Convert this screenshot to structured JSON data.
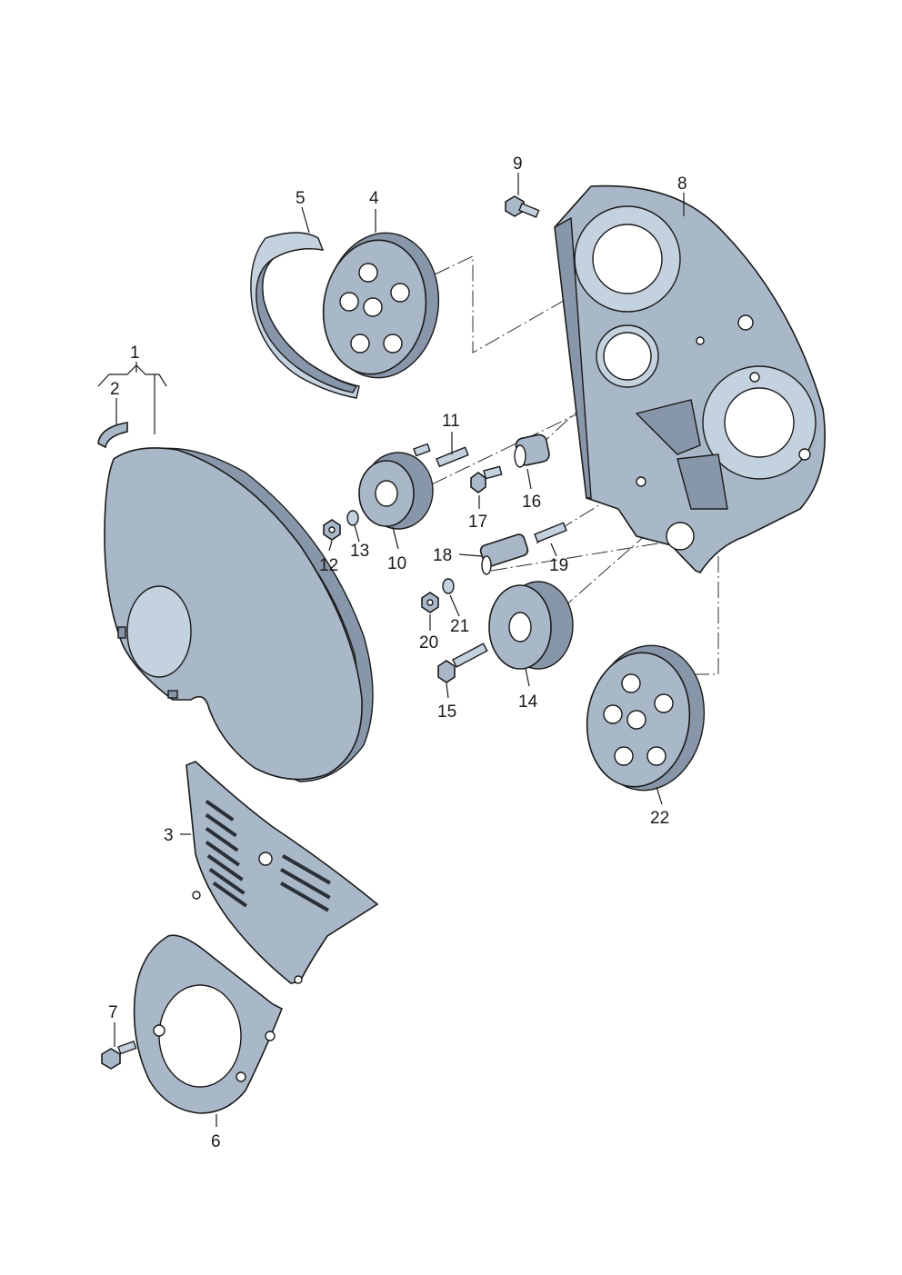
{
  "diagram": {
    "callouts": [
      "1",
      "2",
      "3",
      "4",
      "5",
      "6",
      "7",
      "8",
      "9",
      "10",
      "11",
      "12",
      "13",
      "14",
      "15",
      "16",
      "17",
      "18",
      "19",
      "20",
      "21",
      "22"
    ]
  },
  "colors": {
    "part_fill": "#a9b8c8",
    "part_light": "#c4d1de",
    "part_dark": "#8796a8",
    "outline": "#1a1a1a"
  }
}
